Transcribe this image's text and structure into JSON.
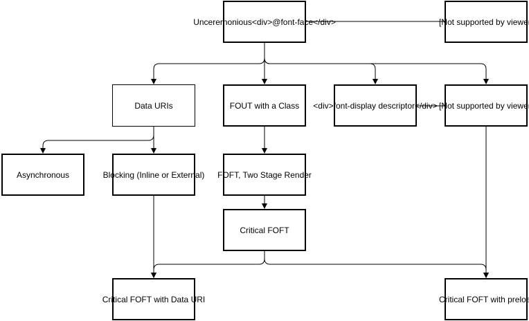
{
  "diagram": {
    "nodes": {
      "uncer": "Uncerernonious<div>@font-face</div>",
      "nsv1": "[Not supported by viewer]",
      "datauri": "Data URIs",
      "fout": "FOUT with a Class",
      "fontdisp": "<div>font-display descriptor</div>",
      "nsv2": "[Not supported by viewer]",
      "async": "Asynchronous",
      "blocking": "Blocking (Inline or External)",
      "foft": "FOFT, Two Stage Render",
      "critfoft": "Critical FOFT",
      "critdata": "Critical FOFT with Data URI",
      "critpre": "Critical FOFT with preload"
    },
    "colors": {
      "stroke": "#000000",
      "fill": "#ffffff"
    }
  }
}
